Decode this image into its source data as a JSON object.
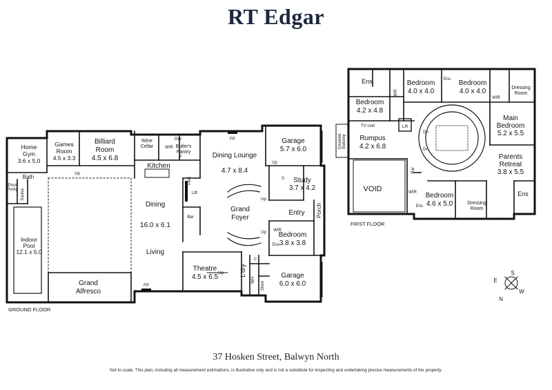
{
  "brand": "RT Edgar",
  "floor_labels": {
    "ground": "GROUND FLOOR",
    "first": "FIRST FLOOR"
  },
  "ground_rooms": [
    {
      "id": "home-gym",
      "name": "Home\nGym",
      "dim": "3.6 x 5.0"
    },
    {
      "id": "games-room",
      "name": "Games\nRoom",
      "dim": "4.5 x 3.3"
    },
    {
      "id": "billiard-room",
      "name": "Billiard\nRoom",
      "dim": "4.5 x 6.8"
    },
    {
      "id": "wine-cellar",
      "name": "Wine\nCellar",
      "dim": ""
    },
    {
      "id": "butlers-pantry",
      "name": "Butler's\nPantry",
      "dim": ""
    },
    {
      "id": "kitchen",
      "name": "Kitchen",
      "dim": ""
    },
    {
      "id": "dining-main",
      "name": "Dining",
      "dim": "16.0 x 6.1"
    },
    {
      "id": "living",
      "name": "Living",
      "dim": ""
    },
    {
      "id": "dining-lounge",
      "name": "Dining    Lounge",
      "dim": "4.7 x 8.4"
    },
    {
      "id": "grand-foyer",
      "name": "Grand\nFoyer",
      "dim": ""
    },
    {
      "id": "garage-1",
      "name": "Garage",
      "dim": "5.7 x 6.0"
    },
    {
      "id": "study",
      "name": "Study",
      "dim": "3.7 x 4.2"
    },
    {
      "id": "entry",
      "name": "Entry",
      "dim": ""
    },
    {
      "id": "bedroom-ground",
      "name": "Bedroom",
      "dim": "3.8 x 3.8"
    },
    {
      "id": "theatre",
      "name": "Theatre",
      "dim": "4.5 x 6.5"
    },
    {
      "id": "laundry",
      "name": "L'dry",
      "dim": ""
    },
    {
      "id": "garage-2",
      "name": "Garage",
      "dim": "6.0 x 6.0"
    },
    {
      "id": "indoor-pool",
      "name": "Indoor\nPool",
      "dim": "12.1 x 5.0"
    },
    {
      "id": "grand-alfresco",
      "name": "Grand\nAlfresco",
      "dim": ""
    },
    {
      "id": "bath",
      "name": "Bath",
      "dim": ""
    },
    {
      "id": "porch",
      "name": "Porch",
      "dim": ""
    }
  ],
  "ground_small": {
    "fp1": "FP",
    "fp2": "FP",
    "lift": "Lift",
    "bar": "Bar",
    "pwd": "Pwd",
    "wir": "WIR",
    "ens": "Ens",
    "store": "Store",
    "sauna": "Sauna",
    "pool_pump": "Pool\nPump",
    "up": "Up",
    "dw": "DW",
    "wh": "WH",
    "f": "F",
    "s": "S",
    "c": "C"
  },
  "first_rooms": [
    {
      "id": "ens-top",
      "name": "Ens",
      "dim": ""
    },
    {
      "id": "bedroom-a",
      "name": "Bedroom",
      "dim": "4.2 x 4.8"
    },
    {
      "id": "bedroom-b",
      "name": "Bedroom",
      "dim": "4.0 x 4.0"
    },
    {
      "id": "bedroom-c",
      "name": "Bedroom",
      "dim": "4.0 x 4.0"
    },
    {
      "id": "dressing-room-top",
      "name": "Dressing\nRoom",
      "dim": ""
    },
    {
      "id": "main-bedroom",
      "name": "Main\nBedroom",
      "dim": "5.2 x 5.5"
    },
    {
      "id": "parents-retreat",
      "name": "Parents\nRetreat",
      "dim": "3.8 x 5.5"
    },
    {
      "id": "rumpus",
      "name": "Rumpus",
      "dim": "4.2 x 6.8"
    },
    {
      "id": "void",
      "name": "VOID",
      "dim": ""
    },
    {
      "id": "bedroom-d",
      "name": "Bedroom",
      "dim": "4.6 x 5.0"
    },
    {
      "id": "dressing-room-bottom",
      "name": "Dressing\nRoom",
      "dim": ""
    },
    {
      "id": "ens-right",
      "name": "Ens",
      "dim": ""
    }
  ],
  "first_small": {
    "tv_unit": "TV Unit",
    "covered_balcony": "Covered\nBalcony",
    "lift": "Lift",
    "bar": "Bar",
    "wir": "WIR",
    "ens": "Ens",
    "dn": "Dn"
  },
  "compass": {
    "n": "N",
    "s": "S",
    "e": "E",
    "w": "W"
  },
  "address": "37 Hosken Street, Balwyn North",
  "disclaimer": "Not to scale. This plan, including all measurement estimations, is illustrative only and is not a substitute for inspecting and undertaking precise measurements of the property."
}
